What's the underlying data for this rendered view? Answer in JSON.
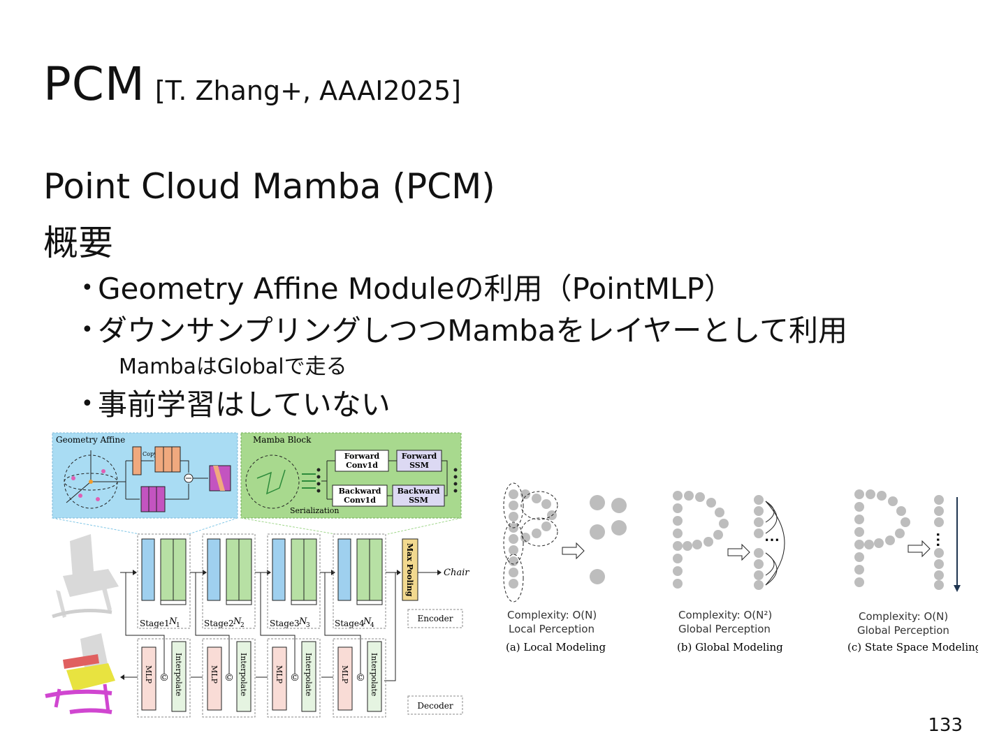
{
  "slide": {
    "title": "PCM",
    "citation": "[T. Zhang+, AAAI2025]",
    "subtitle": "Point Cloud Mamba (PCM)",
    "overview": "概要",
    "bullets": [
      "Geometry Affine Moduleの利用（PointMLP）",
      "ダウンサンプリングしつつMambaをレイヤーとして利用",
      "事前学習はしていない"
    ],
    "sub_bullet": "MambaはGlobalで走る",
    "page_number": "133"
  },
  "architecture": {
    "geometry_affine": "Geometry Affine",
    "copy": "Copy",
    "mamba_block": "Mamba Block",
    "forward_conv": [
      "Forward",
      "Conv1d"
    ],
    "forward_ssm": [
      "Forward",
      "SSM"
    ],
    "backward_conv": [
      "Backward",
      "Conv1d"
    ],
    "backward_ssm": [
      "Backward",
      "SSM"
    ],
    "serialization": "Serialization",
    "stages": [
      "Stage1",
      "Stage2",
      "Stage3",
      "Stage4"
    ],
    "stage_n": [
      "N",
      "N",
      "N",
      "N"
    ],
    "stage_n_sub": [
      "1",
      "2",
      "3",
      "4"
    ],
    "max_pooling": "Max Pooling",
    "chair": "Chair",
    "encoder": "Encoder",
    "decoder": "Decoder",
    "mlp": "MLP",
    "interpolate": "Interpolate",
    "concat": "©"
  },
  "comparison": {
    "local": {
      "complexity": "Complexity: O(N)",
      "perception": "Local Perception",
      "caption": "(a) Local Modeling"
    },
    "global": {
      "complexity": "Complexity: O(N²)",
      "perception": "Global Perception",
      "caption": "(b) Global Modeling"
    },
    "ssm": {
      "complexity": "Complexity: O(N)",
      "perception": "Global Perception",
      "caption": "(c) State Space Modeling"
    }
  },
  "colors": {
    "affine_bg": "#a9dcf3",
    "mamba_bg": "#a8d98e",
    "stage_blue": "#9fd0ef",
    "stage_green": "#b7e0a4",
    "maxpool": "#f2d98f",
    "mlp_pink": "#f9dcd6",
    "interp_green": "#e5f4e1",
    "point_gray": "#bdbdbd"
  }
}
